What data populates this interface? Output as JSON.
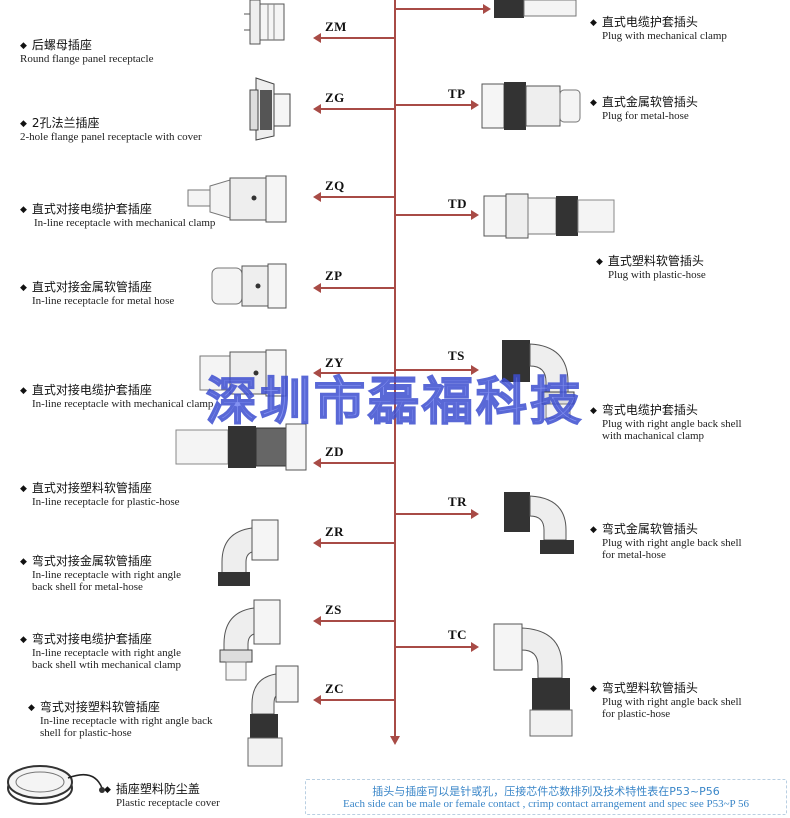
{
  "left": [
    {
      "code": "ZM",
      "zh": "后螺母插座",
      "en": [
        "Round flange panel receptacle"
      ]
    },
    {
      "code": "ZG",
      "zh": "2孔法兰插座",
      "en": [
        "2-hole flange panel receptacle with cover"
      ]
    },
    {
      "code": "ZQ",
      "zh": "直式对接电缆护套插座",
      "en": [
        "In-line receptacle with mechanical clamp"
      ]
    },
    {
      "code": "ZP",
      "zh": "直式对接金属软管插座",
      "en": [
        "In-line receptacle for metal hose"
      ]
    },
    {
      "code": "ZY",
      "zh": "直式对接电缆护套插座",
      "en": [
        "In-line receptacle with mechanical clamp"
      ]
    },
    {
      "code": "ZD",
      "zh": "直式对接塑料软管插座",
      "en": [
        "In-line receptacle for plastic-hose"
      ]
    },
    {
      "code": "ZR",
      "zh": "弯式对接金属软管插座",
      "en": [
        "In-line receptacle with right angle",
        "back shell for metal-hose"
      ]
    },
    {
      "code": "ZS",
      "zh": "弯式对接电缆护套插座",
      "en": [
        "In-line receptacle with right angle",
        "back shell wtih mechanical clamp"
      ]
    },
    {
      "code": "ZC",
      "zh": "弯式对接塑料软管插座",
      "en": [
        "In-line receptacle with right angle back",
        "shell for plastic-hose"
      ]
    }
  ],
  "cover": {
    "zh": "插座塑料防尘盖",
    "en": "Plastic receptacle cover"
  },
  "right": [
    {
      "code": "",
      "zh": "直式电缆护套插头",
      "en": [
        "Plug with mechanical clamp"
      ]
    },
    {
      "code": "TP",
      "zh": "直式金属软管插头",
      "en": [
        "Plug for metal-hose"
      ]
    },
    {
      "code": "TD",
      "zh": "直式塑料软管插头",
      "en": [
        "Plug with plastic-hose"
      ]
    },
    {
      "code": "TS",
      "zh": "弯式电缆护套插头",
      "en": [
        "Plug with right angle back shell",
        "with machanical clamp"
      ]
    },
    {
      "code": "TR",
      "zh": "弯式金属软管插头",
      "en": [
        "Plug with right angle back shell",
        "for metal-hose"
      ]
    },
    {
      "code": "TC",
      "zh": "弯式塑料软管插头",
      "en": [
        "Plug with right angle back shell",
        "for plastic-hose"
      ]
    }
  ],
  "watermark": "深圳市磊福科技",
  "footer": {
    "zh": "插头与插座可以是针或孔，压接芯件芯数排列及技术特性表在P53~P56",
    "en": "Each side can be male or female contact , crimp contact arrangement and spec see  P53~P 56"
  }
}
